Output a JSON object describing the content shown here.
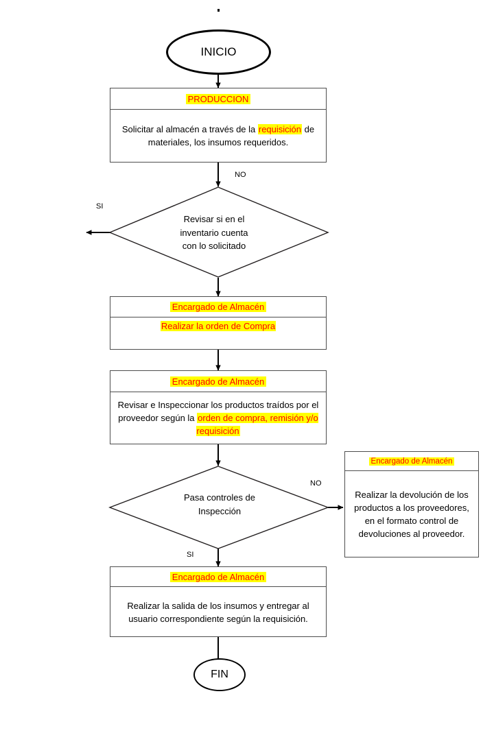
{
  "diagram": {
    "title_mark": ".",
    "type": "flowchart",
    "language": "es",
    "colors": {
      "highlight_bg": "#ffff00",
      "highlight_text": "#ff0000",
      "stroke": "#4d4d4d",
      "terminator_stroke": "#000000",
      "body_text": "#000000",
      "background": "#ffffff"
    }
  },
  "nodes": {
    "start": {
      "label": "INICIO",
      "shape": "ellipse"
    },
    "produccion": {
      "header": "PRODUCCION",
      "body_segments": [
        {
          "text": "Solicitar al almacén a  través de la ",
          "highlight": false
        },
        {
          "text": "requisición",
          "highlight": true
        },
        {
          "text": " de materiales, los insumos requeridos.",
          "highlight": false
        }
      ],
      "shape": "process"
    },
    "decision_inventario": {
      "lines": [
        "Revisar si en el",
        "inventario cuenta",
        "con lo solicitado"
      ],
      "shape": "diamond"
    },
    "orden_compra": {
      "header": "Encargado de Almacén",
      "body_segments": [
        {
          "text": "Realizar la orden de Compra",
          "highlight": true
        }
      ],
      "shape": "process"
    },
    "revisar_inspeccionar": {
      "header": "Encargado de Almacén",
      "body_segments": [
        {
          "text": "Revisar e Inspeccionar los productos traídos por el proveedor según la ",
          "highlight": false
        },
        {
          "text": "orden de compra, remisión y/o requisición",
          "highlight": true
        }
      ],
      "shape": "process"
    },
    "decision_inspeccion": {
      "lines": [
        "Pasa controles de",
        "Inspección"
      ],
      "shape": "diamond"
    },
    "devolucion": {
      "header": "Encargado de Almacén",
      "body_segments": [
        {
          "text": "Realizar la devolución de los productos  a los proveedores, en el formato control de devoluciones al proveedor.",
          "highlight": false
        }
      ],
      "shape": "process"
    },
    "salida_insumos": {
      "header": "Encargado de Almacén",
      "body_segments": [
        {
          "text": "Realizar la salida de los insumos y entregar al usuario correspondiente según la requisición.",
          "highlight": false
        }
      ],
      "shape": "process"
    },
    "end": {
      "label": "FIN",
      "shape": "ellipse"
    }
  },
  "edge_labels": {
    "inventario_no": "NO",
    "inventario_si": "SI",
    "inspeccion_no": "NO",
    "inspeccion_si": "SI"
  }
}
